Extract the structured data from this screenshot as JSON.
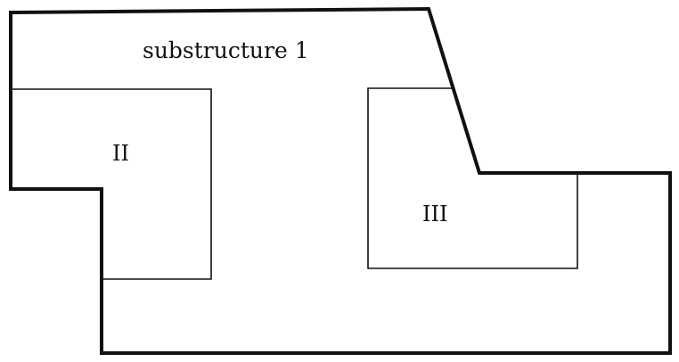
{
  "diagram": {
    "title_label": "substructure 1",
    "region_labels": {
      "sub2": "II",
      "sub3": "III"
    },
    "line_color": "#111111",
    "background": "#ffffff"
  }
}
